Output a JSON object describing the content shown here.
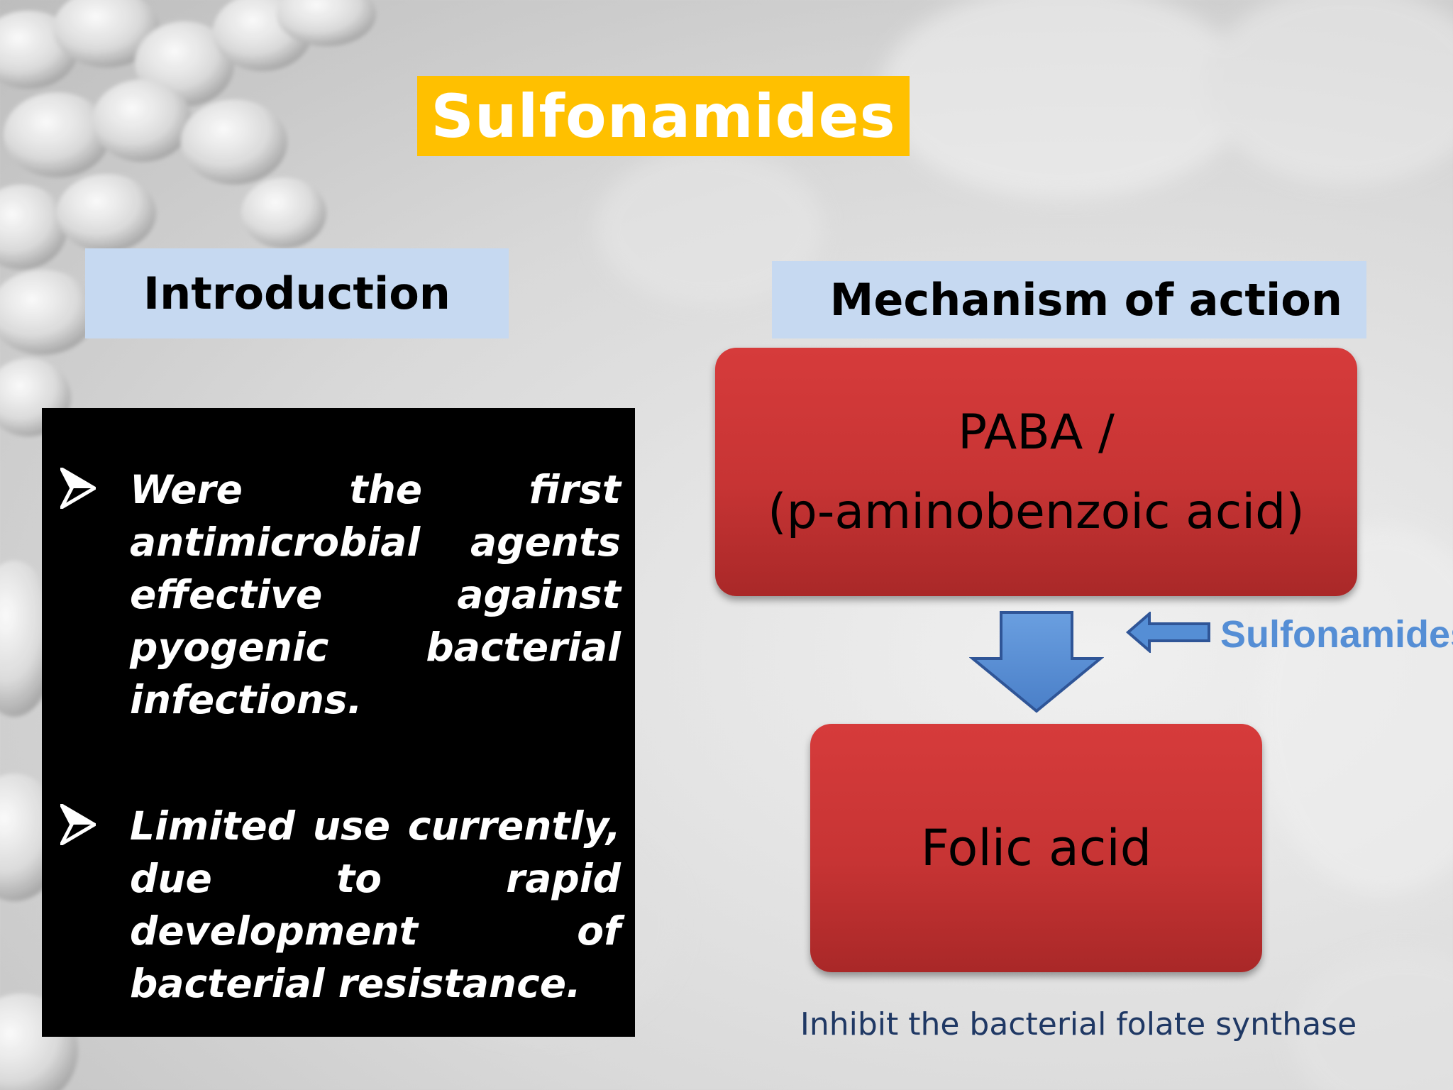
{
  "slide": {
    "title": "Sulfonamides",
    "title_bg_color": "#ffc000",
    "heading_bg_color": "#c6d9f1"
  },
  "introduction": {
    "heading": "Introduction",
    "bullets": [
      "Were the first antimicrobial agents effective against pyogenic bacterial infections.",
      "Limited use currently, due to rapid development of bacterial resistance."
    ],
    "bullet_icon": "arrow-bullet-icon"
  },
  "mechanism": {
    "heading": "Mechanism of action",
    "nodes": {
      "paba_line1": "PABA /",
      "paba_line2": "(p-aminobenzoic acid)",
      "folic": "Folic acid"
    },
    "node_color": "#c0392b",
    "inhibitor_label": "Sulfonamides",
    "inhibitor_color": "#558ed5",
    "caption": "Inhibit the bacterial folate synthase",
    "arrow_color": "#558ed5"
  }
}
